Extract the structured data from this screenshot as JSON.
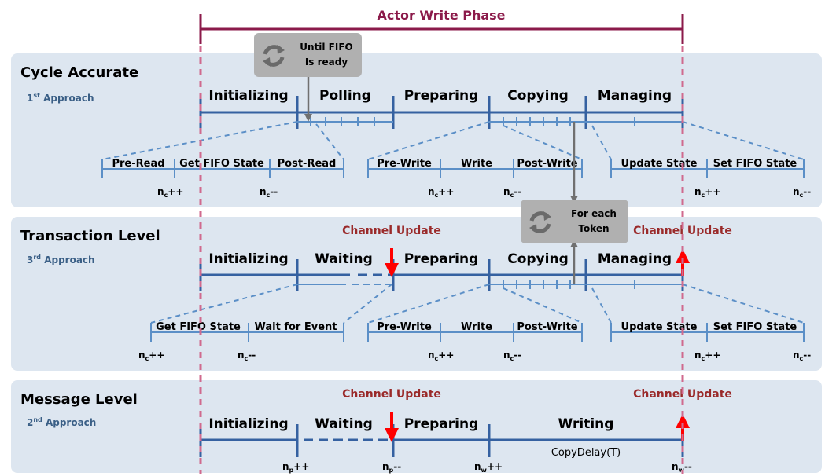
{
  "actor_phase_label": "Actor Write Phase",
  "sections": [
    {
      "title": "Cycle Accurate",
      "approach_num": "1",
      "approach_sup": "st",
      "approach_text": " Approach",
      "phases": [
        "Initializing",
        "Polling",
        "Preparing",
        "Copying",
        "Managing"
      ],
      "sub_left": [
        "Pre-Read",
        "Get FIFO State",
        "Post-Read"
      ],
      "sub_mid": [
        "Pre-Write",
        "Write",
        "Post-Write"
      ],
      "sub_right": [
        "Update State",
        "Set FIFO State"
      ],
      "counters": [
        "nc++",
        "nc--",
        "nc++",
        "nc--",
        "nc++",
        "nc--"
      ]
    },
    {
      "title": "Transaction Level",
      "approach_num": "3",
      "approach_sup": "rd",
      "approach_text": " Approach",
      "phases": [
        "Initializing",
        "Waiting",
        "Preparing",
        "Copying",
        "Managing"
      ],
      "updates": [
        "Channel Update",
        "Channel Update"
      ],
      "sub_left": [
        "Get FIFO State",
        "Wait for Event"
      ],
      "sub_mid": [
        "Pre-Write",
        "Write",
        "Post-Write"
      ],
      "sub_right": [
        "Update State",
        "Set FIFO State"
      ],
      "counters": [
        "nc++",
        "nc--",
        "nc++",
        "nc--",
        "nc++",
        "nc--"
      ]
    },
    {
      "title": "Message Level",
      "approach_num": "2",
      "approach_sup": "nd",
      "approach_text": " Approach",
      "phases": [
        "Initializing",
        "Waiting",
        "Preparing",
        "Writing"
      ],
      "updates": [
        "Channel Update",
        "Channel Update"
      ],
      "copy_delay": "CopyDelay(T)",
      "counters": [
        "np++",
        "np--",
        "nw++",
        "nw--"
      ]
    }
  ],
  "loop_boxes": [
    {
      "line1": "Until FIFO",
      "line2": "Is ready"
    },
    {
      "line1": "For each",
      "line2": "Token"
    }
  ],
  "colors": {
    "panel": "#dde6f0",
    "main_line": "#3561a1",
    "sub_line": "#5b8fc7",
    "actor": "#8b1a4a",
    "update_text": "#9a2a2a",
    "arrow_red": "#ff0000",
    "box": "#b0b0b0",
    "icon": "#6a6a6a"
  }
}
